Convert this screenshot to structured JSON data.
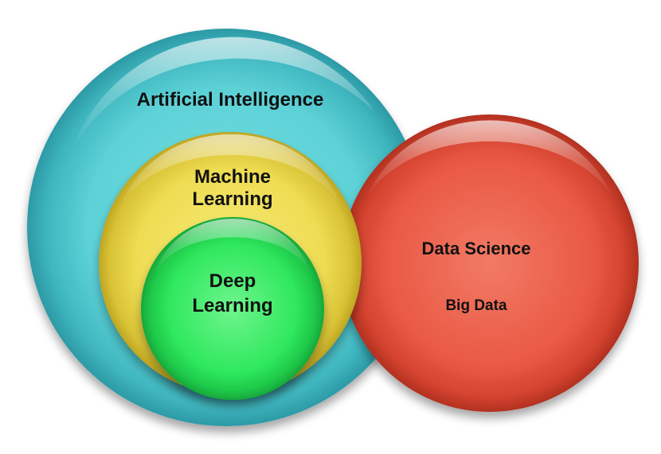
{
  "diagram": {
    "type": "nested-venn",
    "circles": [
      {
        "label": "Artificial Intelligence",
        "color": "#4fc3cc"
      },
      {
        "label_line1": "Machine",
        "label_line2": "Learning",
        "color": "#e8d449"
      },
      {
        "label_line1": "Deep",
        "label_line2": "Learning",
        "color": "#2ee860"
      },
      {
        "label": "Data Science",
        "sublabel": "Big Data",
        "color": "#ea5a46"
      }
    ]
  }
}
